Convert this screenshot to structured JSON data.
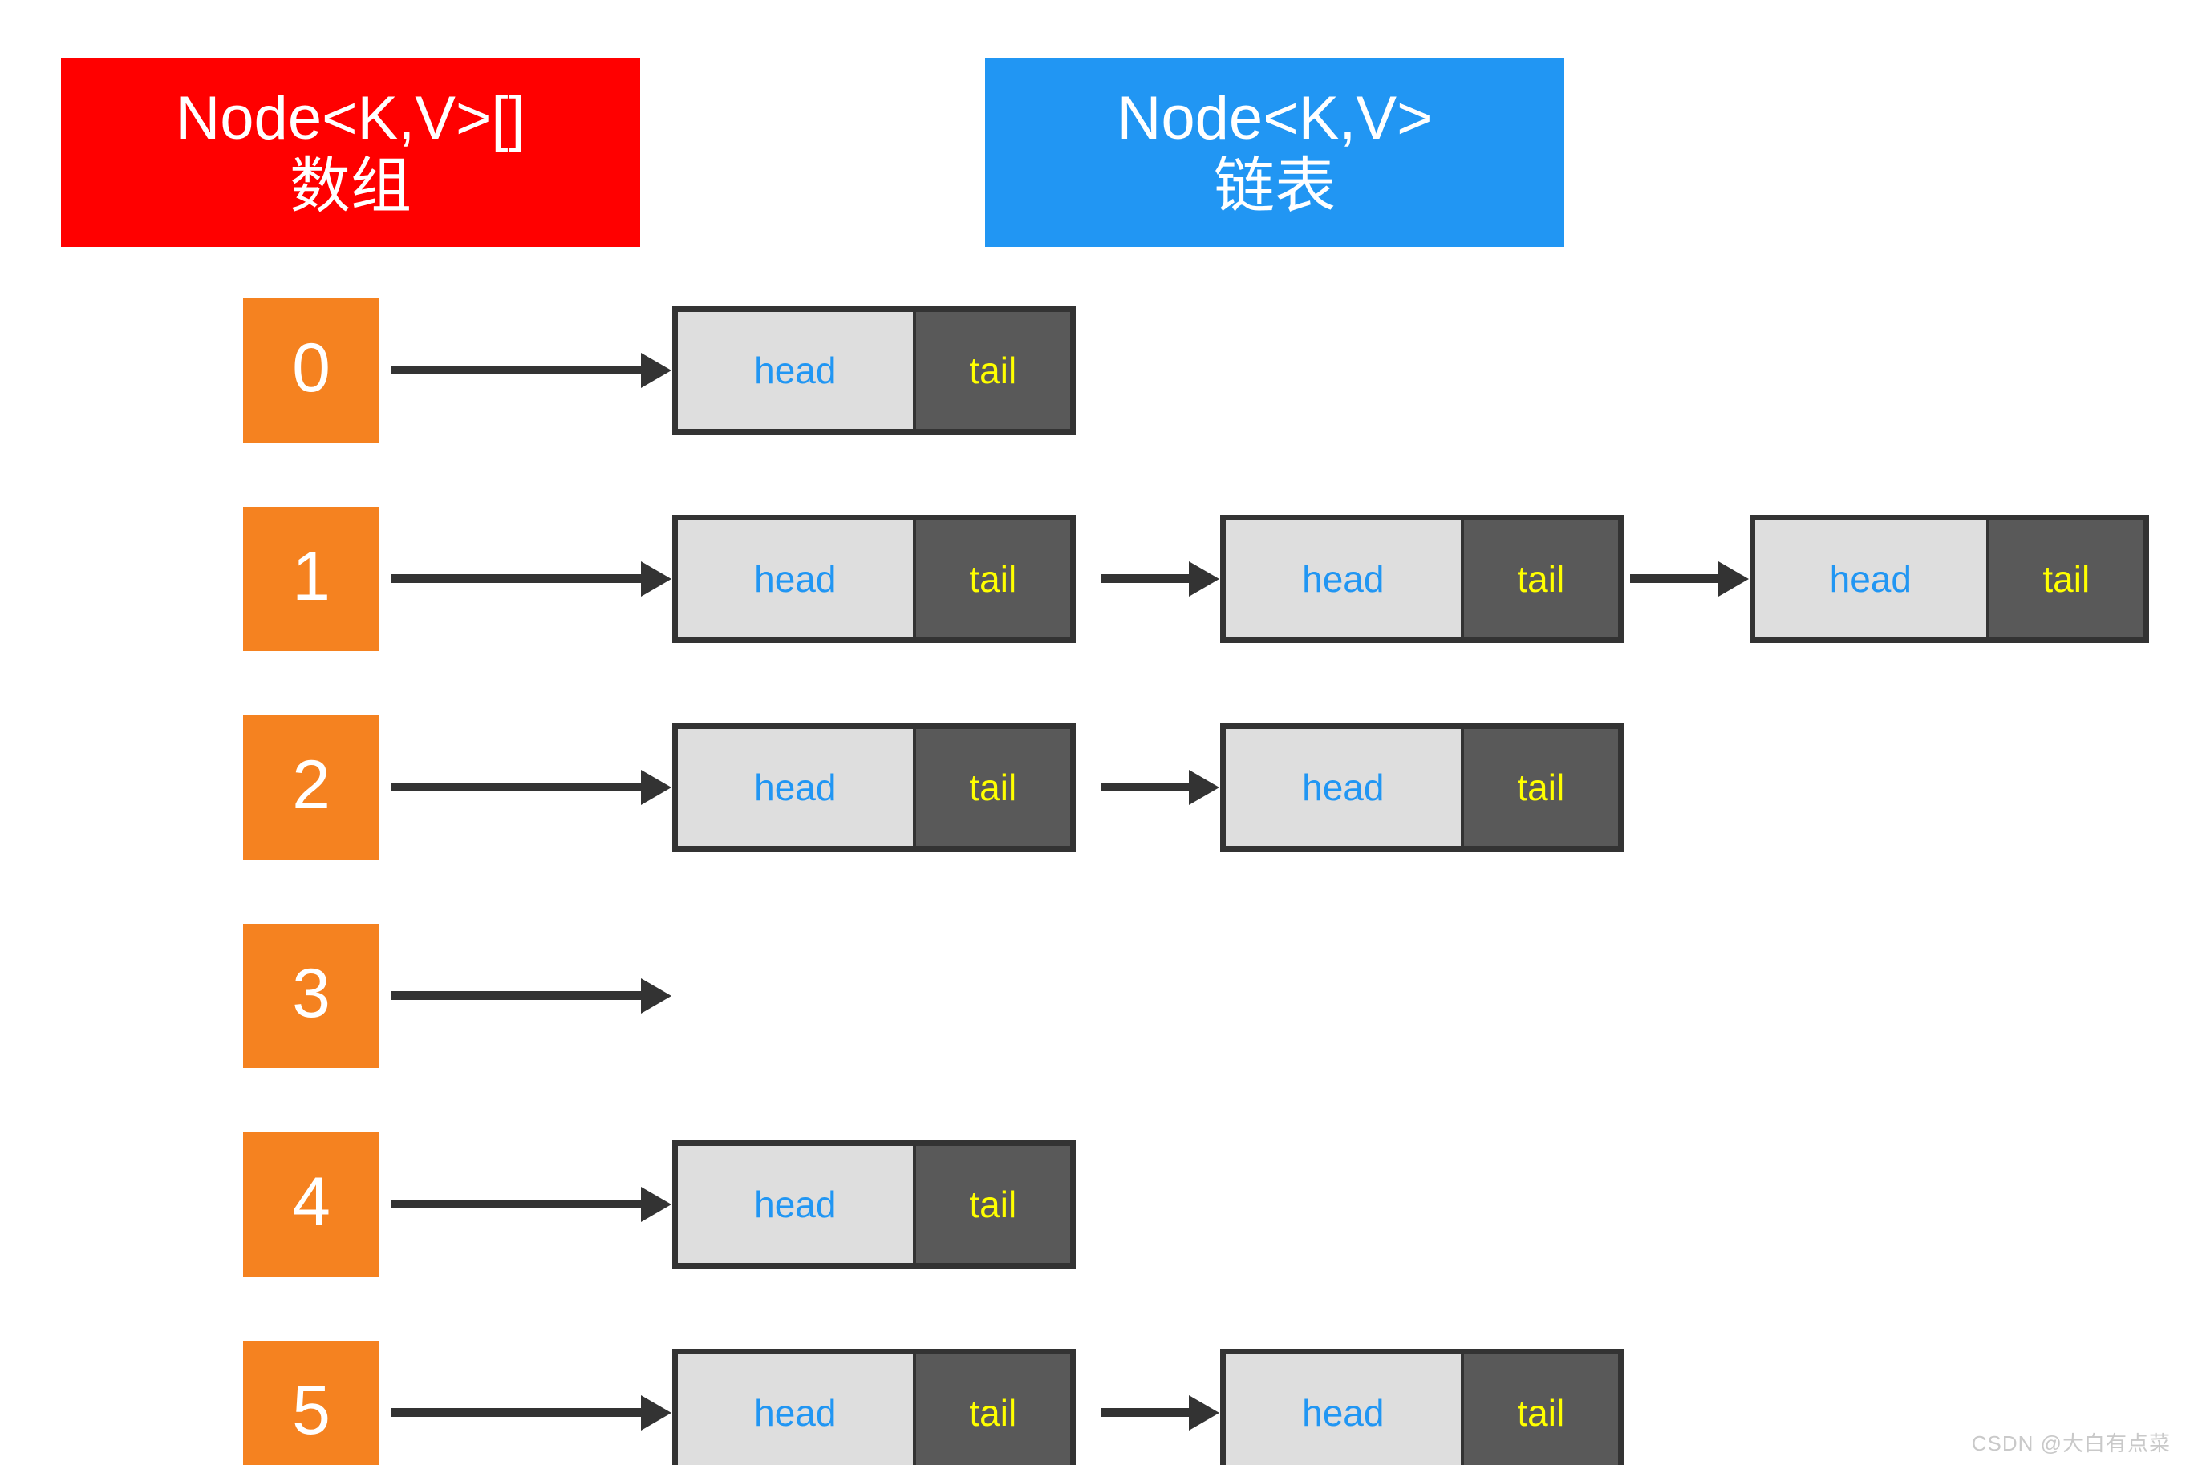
{
  "legend": {
    "array": {
      "type_label": "Node<K,V>[]",
      "cn_label": "数组",
      "color": "#FF0000"
    },
    "list": {
      "type_label": "Node<K,V>",
      "cn_label": "链表",
      "color": "#2196F3"
    }
  },
  "node_labels": {
    "head": "head",
    "tail": "tail"
  },
  "colors": {
    "index_box": "#F58220",
    "head_fill": "#DEDEDE",
    "head_text": "#2196F3",
    "tail_fill": "#595959",
    "tail_text": "#FFFF00",
    "border": "#333333",
    "arrow": "#333333",
    "background": "#FFFFFF"
  },
  "buckets": [
    {
      "index": "0",
      "node_count": 1
    },
    {
      "index": "1",
      "node_count": 3
    },
    {
      "index": "2",
      "node_count": 2
    },
    {
      "index": "3",
      "node_count": 0
    },
    {
      "index": "4",
      "node_count": 1
    },
    {
      "index": "5",
      "node_count": 2
    }
  ],
  "watermark": "CSDN @大白有点菜"
}
